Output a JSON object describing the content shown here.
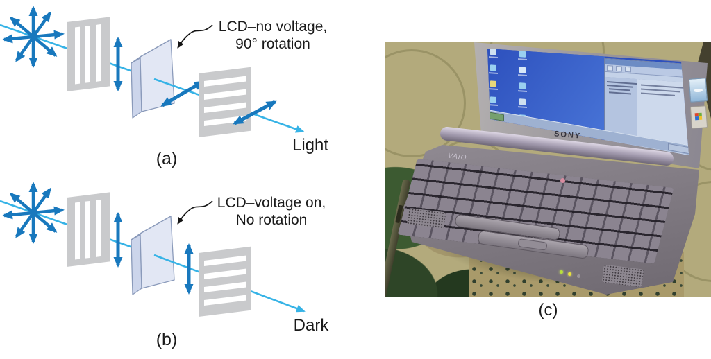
{
  "panel_a": {
    "label": "(a)",
    "annotation": {
      "line1": "LCD–no voltage,",
      "line2": "90° rotation"
    },
    "output_label": "Light"
  },
  "panel_b": {
    "label": "(b)",
    "annotation": {
      "line1": "LCD–voltage on,",
      "line2": "No rotation"
    },
    "output_label": "Dark"
  },
  "panel_c": {
    "label": "(c)",
    "laptop_brand": "SONY",
    "laptop_model": "VAIO"
  },
  "colors": {
    "polarization_arrow_blue": "#1878bd",
    "light_ray_cyan": "#36b3e6",
    "polarizer_gray": "#c9cacc",
    "lcd_panel_face": "#e2e7f4",
    "annotation_text": "#1a1a1a",
    "desktop_blue": "#2d50bd",
    "fabric_khaki": "#b3aa7c"
  }
}
